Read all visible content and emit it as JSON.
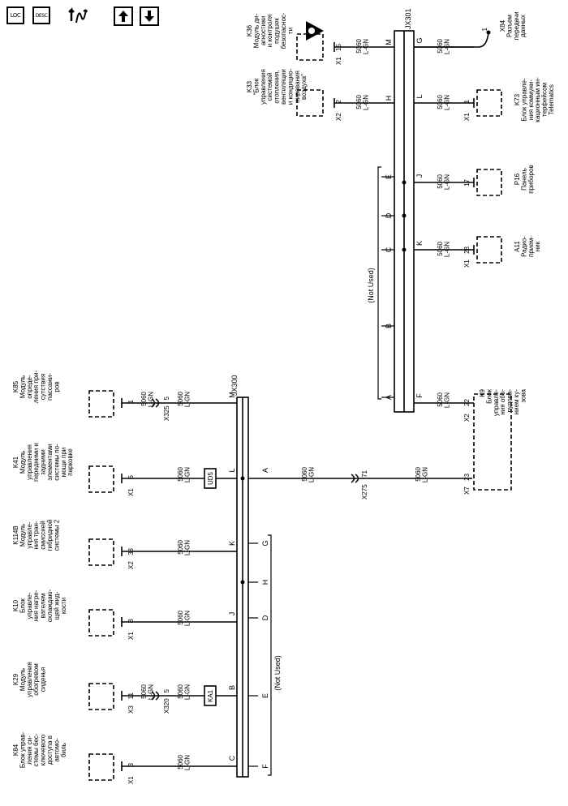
{
  "toolbar": {
    "loc": "LOC",
    "desc": "DESC",
    "flow_icon": "current-flow-icon",
    "up_icon": "arrow-up-icon",
    "down_icon": "arrow-down-icon"
  },
  "lower": {
    "connector": "JX300",
    "not_used": "(Not Used)",
    "bus_pins_left": [
      "F",
      "E",
      "D",
      "H",
      "G"
    ],
    "bus_pins_right": [
      "C",
      "B",
      "J",
      "K",
      "L",
      "M"
    ],
    "inline_box_ka1": "KA1",
    "inline_box_ud5": "UD5",
    "pin_a": "A",
    "modules": [
      {
        "name": "K84\nБлок управ-\nления си-\nстемы бес-\nключевого\nдоступа в\nавтомо-\nбиль",
        "conn": "X1",
        "pin": "3",
        "wire": "5060\nL-GN"
      },
      {
        "name": "K29\nМодуль\nуправления\nобогревом\nсиденья",
        "conn": "X3",
        "pin": "11",
        "wire": "5060\nL-GN",
        "inline_conn": "X320",
        "inline_pin": "5",
        "wire2": "5060\nL-GN"
      },
      {
        "name": "K10\nБлок\nуправле-\nния нагре-\nвателем\nохлаждаю-\nщей жид-\nкости",
        "conn": "X1",
        "pin": "B",
        "wire": "5060\nL-GN"
      },
      {
        "name": "K114B\nМодуль\nуправле-\nния тран-\nсмиссией\nгибридной\nсистемы 2",
        "conn": "X2",
        "pin": "38",
        "wire": "5060\nL-GN"
      },
      {
        "name": "K41\nМодуль\nуправления\nпередними и\nзадними\nэлементами\nсистемы по-\nмощи при\nпарковке",
        "conn": "X1",
        "pin": "6",
        "wire": "5060\nL-GN"
      },
      {
        "name": "K85\nМодуль\nопреде-\nления при-\nсутствия\nпассажи-\nров",
        "conn": "",
        "pin": "1",
        "wire": "5060\nL-GN",
        "inline_conn": "X325",
        "inline_pin": "5",
        "wire2": "5060\nL-GN"
      }
    ],
    "x275": {
      "conn": "X275",
      "pin": "71",
      "wire_a": "5060\nL-GN",
      "wire_b": "5060\nL-GN"
    }
  },
  "upper": {
    "connector": "JX301",
    "not_used": "(Not Used)",
    "bus_pins_left": [
      "A",
      "B",
      "C",
      "D",
      "E"
    ],
    "bus_pins_right": [
      "F",
      "K",
      "J",
      "L",
      "M",
      "G"
    ],
    "modules": [
      {
        "name": "K9\nБлок\nуправле-\nния обо-\nрудова-\nнием ку-\nзова",
        "conn_a": "X7",
        "pin_a": "23",
        "conn_b": "X2",
        "pin_b": "22",
        "wire": "5060\nL-GN"
      },
      {
        "name": "A11\nРадио-\nприем-\nник",
        "conn": "X1",
        "pin": "28",
        "wire": "5060\nL-GN"
      },
      {
        "name": "P16\nПанель\nприборов",
        "conn": "",
        "pin": "17",
        "wire": "5060\nL-GN"
      },
      {
        "name": "K73\nБлок управле-\nния коммуни-\nкационным ин-\nтерфейсом\nTelematics",
        "conn": "X1",
        "pin": "1",
        "wire": "5060\nL-GN"
      },
      {
        "name": "K33\n\"Блок\nуправления\nсистемой\nотопления,\nвентиляции\nи кондицио-\nнирования\nвоздуха\"",
        "conn": "X2",
        "pin": "2",
        "wire": "5060\nL-GN"
      },
      {
        "name": "K36\nМодуль ди-\nагностики\nи контроля\nподушек\nбезопаснос-\nти",
        "conn": "X1",
        "pin": "15",
        "wire": "5060\nL-GN"
      },
      {
        "name": "X84\nРазъем\nпередачи\nданных",
        "conn": "",
        "pin": "1",
        "wire": "5060\nL-GN"
      }
    ]
  },
  "colors": {
    "line": "#000000",
    "bg": "#ffffff"
  }
}
